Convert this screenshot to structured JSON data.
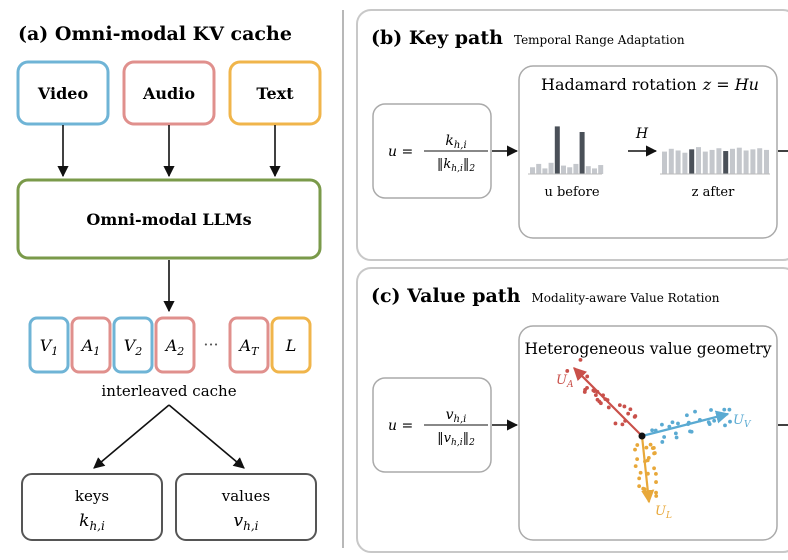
{
  "panel_a": {
    "title": "(a) Omni-modal KV cache",
    "inputs": [
      {
        "label": "Video",
        "color": "#6fb4d6"
      },
      {
        "label": "Audio",
        "color": "#e0908d"
      },
      {
        "label": "Text",
        "color": "#f0b54b"
      }
    ],
    "llm_label": "Omni-modal LLMs",
    "llm_color": "#7a9a4a",
    "cache_tokens": [
      {
        "sym": "V",
        "sub": "1",
        "color": "#6fb4d6"
      },
      {
        "sym": "A",
        "sub": "1",
        "color": "#e0908d"
      },
      {
        "sym": "V",
        "sub": "2",
        "color": "#6fb4d6"
      },
      {
        "sym": "A",
        "sub": "2",
        "color": "#e0908d"
      },
      {
        "sym": "A",
        "sub": "T",
        "color": "#e0908d"
      },
      {
        "sym": "L",
        "sub": "",
        "color": "#f0b54b"
      }
    ],
    "ellipsis": "···",
    "cache_label": "interleaved cache",
    "keys_label": "keys",
    "keys_sym": "k",
    "keys_sub": "h,i",
    "values_label": "values",
    "values_sym": "v",
    "values_sub": "h,i"
  },
  "panel_b": {
    "title": "(b) Key path",
    "subtitle": "Temporal Range Adaptation",
    "formula_lhs": "u =",
    "formula_num": "k",
    "formula_num_sub": "h,i",
    "formula_den": "‖k",
    "formula_den_sub": "h,i",
    "formula_den_tail": "‖",
    "formula_den_norm": "2",
    "rotation_title": "Hadamard rotation",
    "rotation_eq": "z = Hu",
    "arrow_label": "H",
    "before_label": "u before",
    "after_label": "z after",
    "before_bars": [
      0.12,
      0.18,
      0.1,
      0.2,
      0.85,
      0.15,
      0.12,
      0.18,
      0.75,
      0.14,
      0.1,
      0.16
    ],
    "after_bars": [
      0.4,
      0.45,
      0.42,
      0.38,
      0.44,
      0.48,
      0.4,
      0.43,
      0.46,
      0.41,
      0.45,
      0.47,
      0.42,
      0.44,
      0.46,
      0.43
    ],
    "before_dark": [
      4,
      8
    ],
    "after_dark": [
      4,
      9
    ],
    "bar_light": "#c4c7cc",
    "bar_dark": "#4a5058"
  },
  "panel_c": {
    "title": "(c) Value path",
    "subtitle": "Modality-aware Value Rotation",
    "formula_lhs": "u =",
    "formula_num": "v",
    "formula_num_sub": "h,i",
    "formula_den": "‖v",
    "formula_den_sub": "h,i",
    "formula_den_tail": "‖",
    "formula_den_norm": "2",
    "geometry_title": "Heterogeneous value geometry",
    "axis_labels": [
      {
        "sym": "U",
        "sub": "A",
        "color": "#c9504a"
      },
      {
        "sym": "U",
        "sub": "V",
        "color": "#5aaad2"
      },
      {
        "sym": "U",
        "sub": "L",
        "color": "#e8a83a"
      }
    ]
  }
}
